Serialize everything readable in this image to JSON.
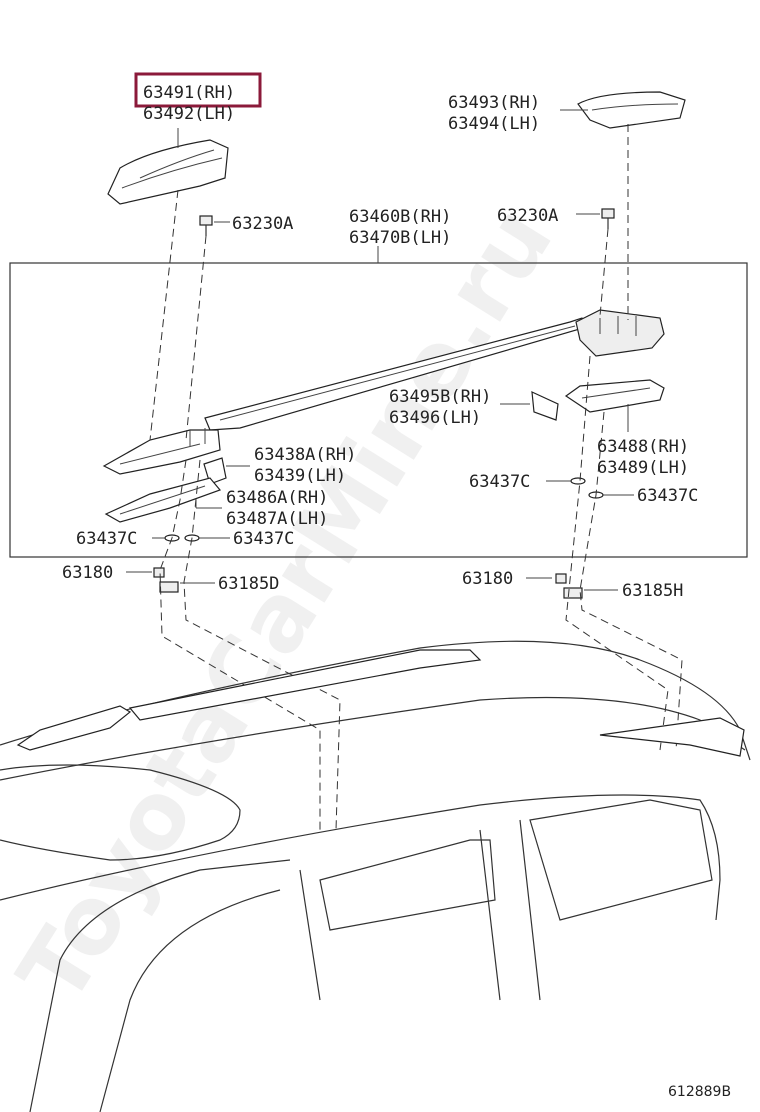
{
  "highlight_color": "#8b1a3a",
  "watermark": "ToyotaCarMine.ru",
  "footer_code": "612889B",
  "labels": {
    "p63491": "63491(RH)",
    "p63492": "63492(LH)",
    "p63493": "63493(RH)",
    "p63494": "63494(LH)",
    "p63230a_left": "63230A",
    "p63230a_right": "63230A",
    "p63460b": "63460B(RH)",
    "p63470b": "63470B(LH)",
    "p63495b": "63495B(RH)",
    "p63496": "63496(LH)",
    "p63438a": "63438A(RH)",
    "p63439": "63439(LH)",
    "p63486a": "63486A(RH)",
    "p63487a": "63487A(LH)",
    "p63488": "63488(RH)",
    "p63489": "63489(LH)",
    "p63437c_mid_right": "63437C",
    "p63437c_right": "63437C",
    "p63437c_left1": "63437C",
    "p63437c_left2": "63437C",
    "p63180_left": "63180",
    "p63185d": "63185D",
    "p63180_right": "63180",
    "p63185h": "63185H"
  }
}
